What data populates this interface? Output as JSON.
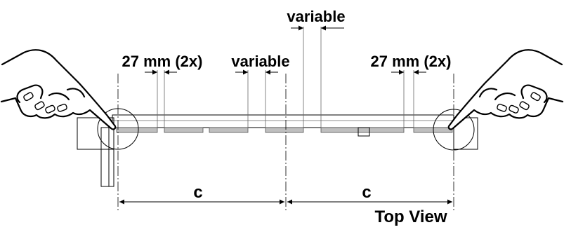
{
  "labels": {
    "variable_top": "variable",
    "spacing_left": "27 mm (2x)",
    "variable_mid": "variable",
    "spacing_right": "27 mm (2x)",
    "c_left": "c",
    "c_right": "c",
    "view_name": "Top View"
  }
}
